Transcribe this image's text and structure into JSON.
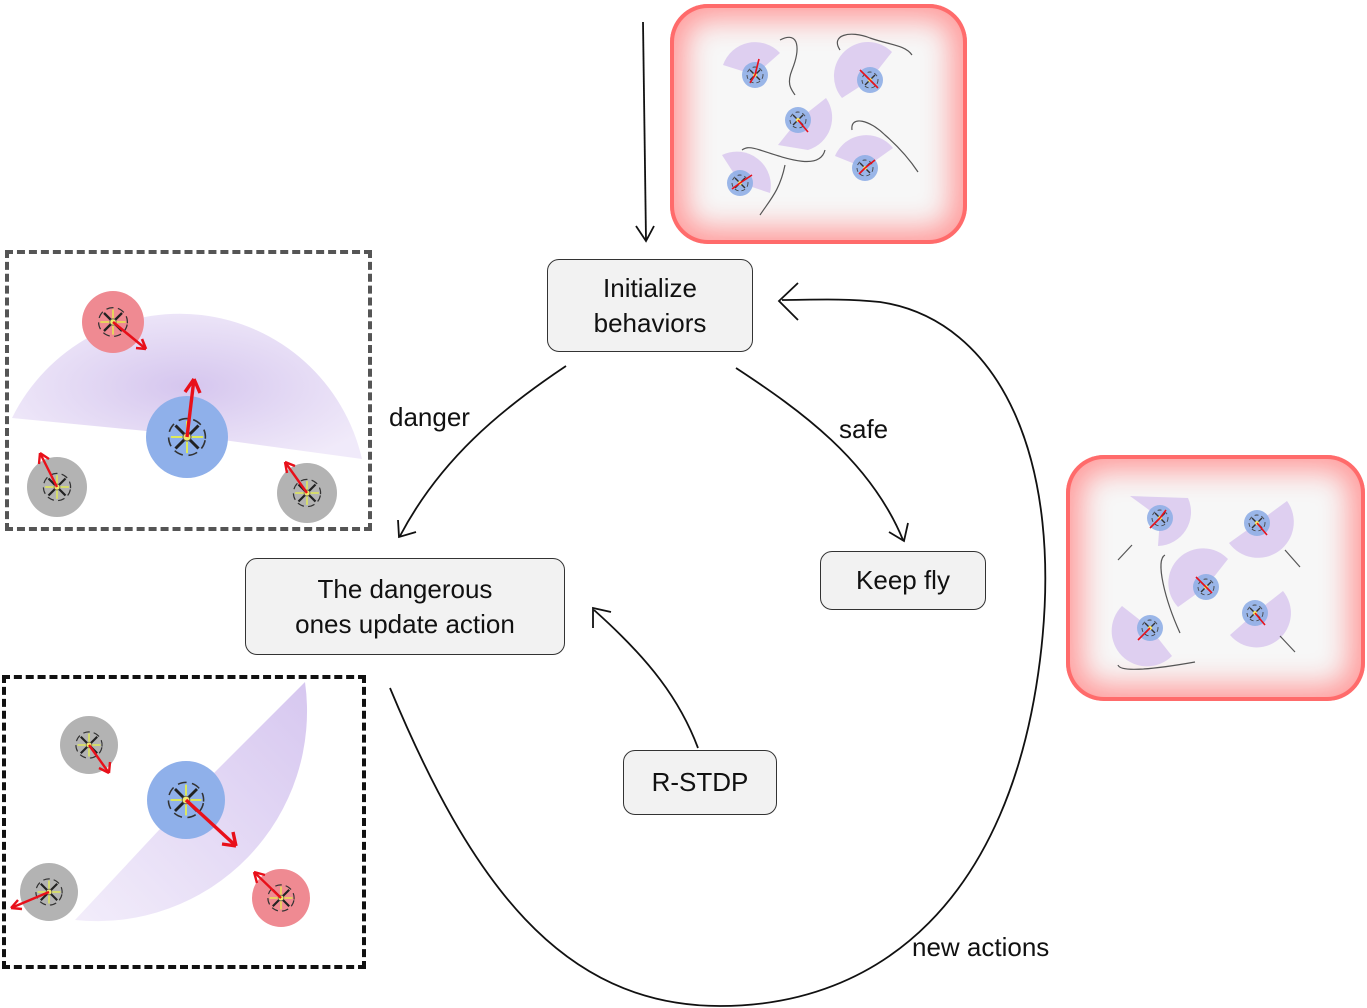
{
  "nodes": {
    "initialize": {
      "line1": "Initialize",
      "line2": "behaviors"
    },
    "dangerous": {
      "line1": "The dangerous",
      "line2": "ones update action"
    },
    "keep_fly": {
      "label": "Keep fly"
    },
    "rstdp": {
      "label": "R-STDP"
    }
  },
  "edges": {
    "danger": "danger",
    "safe": "safe",
    "new_actions": "new actions"
  },
  "colors": {
    "sector_fill": "#d9c8ef",
    "focus_drone": "#8fb0ea",
    "danger_drone": "#ef8a92",
    "neighbor_drone": "#b3b3b3",
    "velocity_arrow": "#e8101a",
    "panel_glow": "#ff6b6b"
  }
}
